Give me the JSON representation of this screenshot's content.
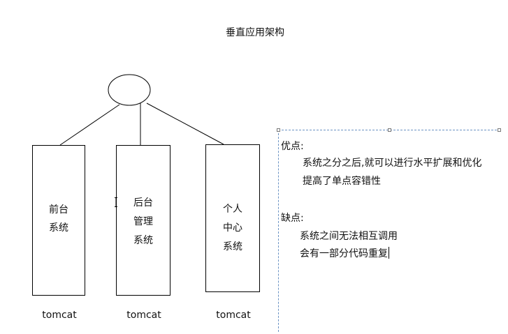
{
  "title": "垂直应用架构",
  "boxes": [
    {
      "lines": [
        "前台",
        "系统"
      ],
      "server": "tomcat"
    },
    {
      "lines": [
        "后台",
        "管理",
        "系统"
      ],
      "server": "tomcat"
    },
    {
      "lines": [
        "个人",
        "中心",
        "系统"
      ],
      "server": "tomcat"
    }
  ],
  "notes": {
    "pros_heading": "优点:",
    "pros": [
      "系统之分之后,就可以进行水平扩展和优化",
      "提高了单点容错性"
    ],
    "cons_heading": "缺点:",
    "cons": [
      "系统之间无法相互调用",
      "会有一部分代码重复"
    ]
  },
  "colors": {
    "stroke": "#000000",
    "selection": "#6b93c4"
  }
}
